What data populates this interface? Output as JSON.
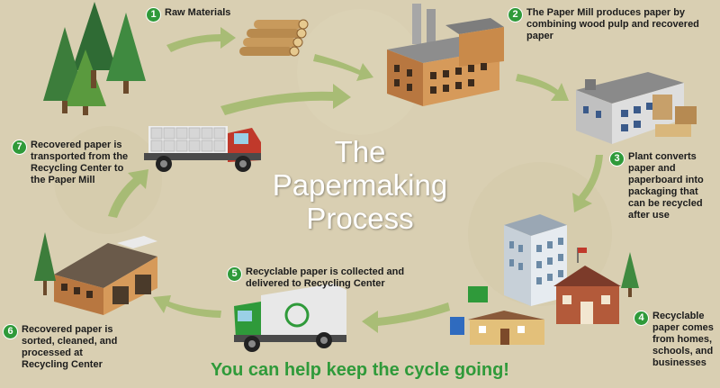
{
  "title": {
    "line1": "The",
    "line2": "Papermaking",
    "line3": "Process"
  },
  "steps": [
    {
      "number": "1",
      "text": "Raw Materials"
    },
    {
      "number": "2",
      "text": "The Paper Mill produces paper by combining wood pulp and recovered paper"
    },
    {
      "number": "3",
      "text": "Plant converts paper and paperboard into packaging that can be recycled after use"
    },
    {
      "number": "4",
      "text": "Recyclable paper comes from homes, schools, and businesses"
    },
    {
      "number": "5",
      "text": "Recyclable paper is collected and delivered to Recycling Center"
    },
    {
      "number": "6",
      "text": "Recovered paper is sorted, cleaned, and processed at Recycling Center"
    },
    {
      "number": "7",
      "text": "Recovered paper is transported from the Recycling Center to the Paper Mill"
    }
  ],
  "footer": "You can help keep the cycle going!",
  "icons": [
    "trees-icon",
    "logs-icon",
    "paper-mill-icon",
    "packaging-plant-icon",
    "buildings-icon",
    "garbage-truck-icon",
    "recycling-center-icon",
    "flatbed-truck-icon",
    "cycle-arrow-icon",
    "recycle-symbol-icon"
  ],
  "colors": {
    "background": "#d9cfb2",
    "accent_green": "#2f9a3a",
    "arrow_green": "#9fb86a",
    "brick": "#b87740"
  }
}
